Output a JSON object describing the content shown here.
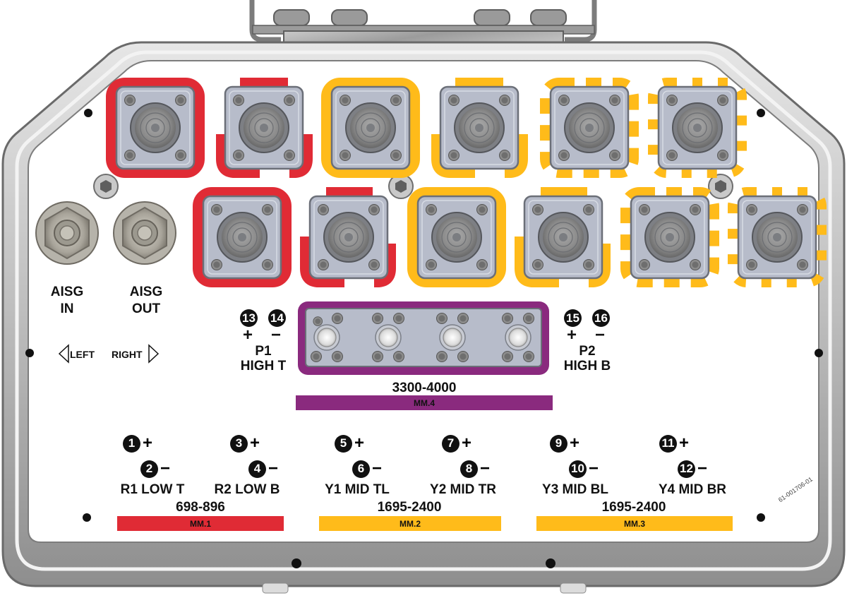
{
  "aisg": {
    "in_label_1": "AISG",
    "in_label_2": "IN",
    "out_label_1": "AISG",
    "out_label_2": "OUT"
  },
  "direction": {
    "left": "LEFT",
    "right": "RIGHT"
  },
  "p1": {
    "num_plus": "13",
    "num_minus": "14",
    "plus": "+",
    "minus": "−",
    "name_1": "P1",
    "name_2": "HIGH T"
  },
  "p2": {
    "num_plus": "15",
    "num_minus": "16",
    "plus": "+",
    "minus": "−",
    "name_1": "P2",
    "name_2": "HIGH B"
  },
  "mm4": {
    "freq": "3300-4000",
    "band": "MM.4",
    "color": "#8A2A7E"
  },
  "ports": [
    {
      "num": "1",
      "sign": "+"
    },
    {
      "num": "2",
      "sign": "−"
    },
    {
      "num": "3",
      "sign": "+"
    },
    {
      "num": "4",
      "sign": "−"
    },
    {
      "num": "5",
      "sign": "+"
    },
    {
      "num": "6",
      "sign": "−"
    },
    {
      "num": "7",
      "sign": "+"
    },
    {
      "num": "8",
      "sign": "−"
    },
    {
      "num": "9",
      "sign": "+"
    },
    {
      "num": "10",
      "sign": "−"
    },
    {
      "num": "11",
      "sign": "+"
    },
    {
      "num": "12",
      "sign": "−"
    }
  ],
  "groups": [
    {
      "name_left": "R1 LOW T",
      "name_right": "R2 LOW B",
      "freq": "698-896",
      "band": "MM.1",
      "color": "#E02B35"
    },
    {
      "name_left": "Y1 MID TL",
      "name_right": "Y2 MID TR",
      "freq": "1695-2400",
      "band": "MM.2",
      "color": "#FFBB1A"
    },
    {
      "name_left": "Y3 MID BL",
      "name_right": "Y4 MID BR",
      "freq": "1695-2400",
      "band": "MM.3",
      "color": "#FFBB1A"
    }
  ],
  "part_number": "61-001706-01"
}
